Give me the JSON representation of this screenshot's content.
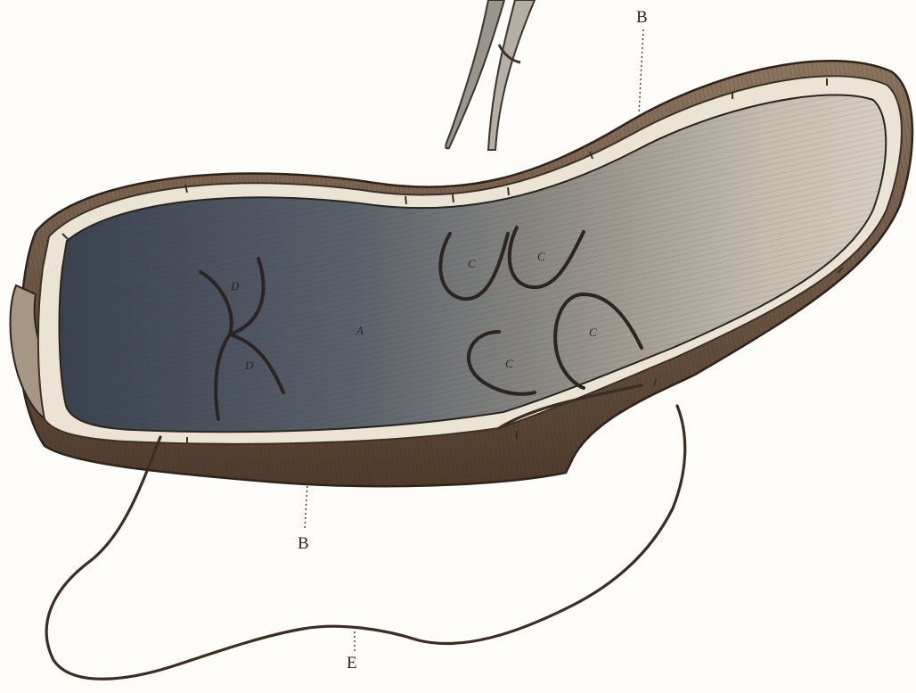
{
  "labels": {
    "b_top": "B",
    "b_bottom": "B",
    "e": "E",
    "a": "A",
    "c1": "C",
    "c2": "C",
    "c3": "C",
    "c4": "C",
    "d1": "D",
    "d2": "D"
  },
  "colors": {
    "background": "#fdfcf9",
    "sole_dark": "#3b4350",
    "sole_light": "#c9c1b2",
    "welt": "#e9e1d2",
    "edge": "#6a5240",
    "thread": "#3b2d24"
  }
}
